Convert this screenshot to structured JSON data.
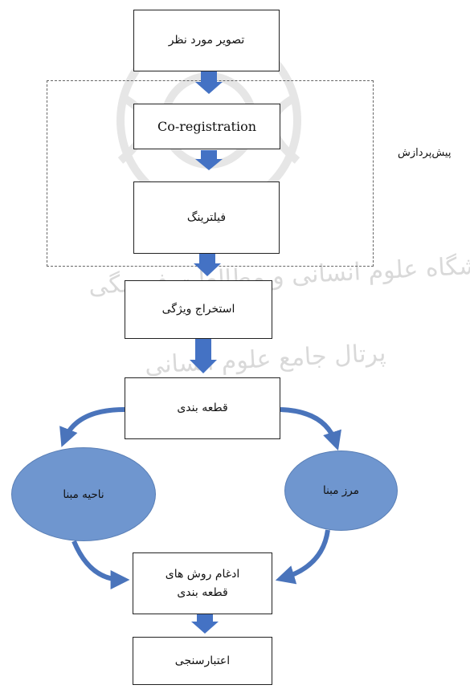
{
  "diagram": {
    "nodes": {
      "input": "تصویر مورد نظر",
      "coreg": "Co-registration",
      "filter": "فیلترینگ",
      "feature": "استخراج ویژگی",
      "segment": "قطعه بندی",
      "fusion": "ادغام روش های قطعه بندی",
      "validation": "اعتبارسنجی"
    },
    "methods": {
      "region": "ناحیه مبنا",
      "boundary": "مرز مبنا"
    },
    "preprocess_label": "پیش‌پردازش",
    "watermark": {
      "line1": "ژوہشگاه علوم انسانی و مطالعات فرہنگی",
      "line2": "پرتال جامع علوم انسانی"
    },
    "colors": {
      "arrow": "#4472c4",
      "oval": "#6f96cf",
      "curve": "#4a74bb"
    }
  }
}
